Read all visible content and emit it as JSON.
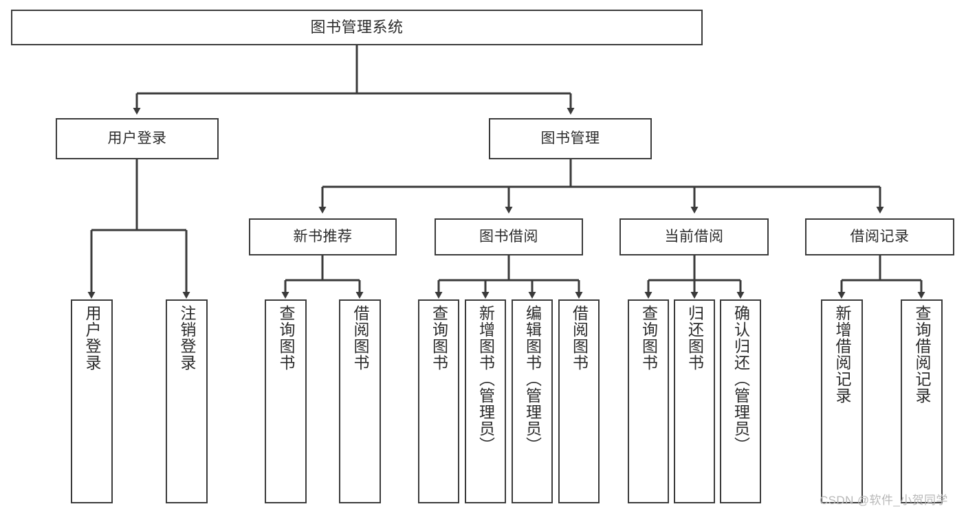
{
  "diagram": {
    "title": "图书管理系统",
    "type": "tree-hierarchy",
    "colors": {
      "stroke": "#3a3a3a",
      "fill": "#ffffff",
      "text": "#2b2b2b",
      "watermark": "#b8b8b8"
    },
    "levels": {
      "root": {
        "label": "图书管理系统"
      },
      "level2": [
        {
          "label": "用户登录"
        },
        {
          "label": "图书管理"
        }
      ],
      "level3": [
        {
          "label": "新书推荐"
        },
        {
          "label": "图书借阅"
        },
        {
          "label": "当前借阅"
        },
        {
          "label": "借阅记录"
        }
      ],
      "leaves": [
        {
          "label": "用户登录",
          "parent": "用户登录"
        },
        {
          "label": "注销登录",
          "parent": "用户登录"
        },
        {
          "label": "查询图书",
          "parent": "新书推荐"
        },
        {
          "label": "借阅图书",
          "parent": "新书推荐"
        },
        {
          "label": "查询图书",
          "parent": "图书借阅"
        },
        {
          "label": "新增图书（管理员）",
          "parent": "图书借阅"
        },
        {
          "label": "编辑图书（管理员）",
          "parent": "图书借阅"
        },
        {
          "label": "借阅图书",
          "parent": "图书借阅"
        },
        {
          "label": "查询图书",
          "parent": "当前借阅"
        },
        {
          "label": "归还图书",
          "parent": "当前借阅"
        },
        {
          "label": "确认归还（管理员）",
          "parent": "当前借阅"
        },
        {
          "label": "新增借阅记录",
          "parent": "借阅记录"
        },
        {
          "label": "查询借阅记录",
          "parent": "借阅记录"
        }
      ]
    },
    "watermark": "CSDN @软件_小贺同学"
  }
}
